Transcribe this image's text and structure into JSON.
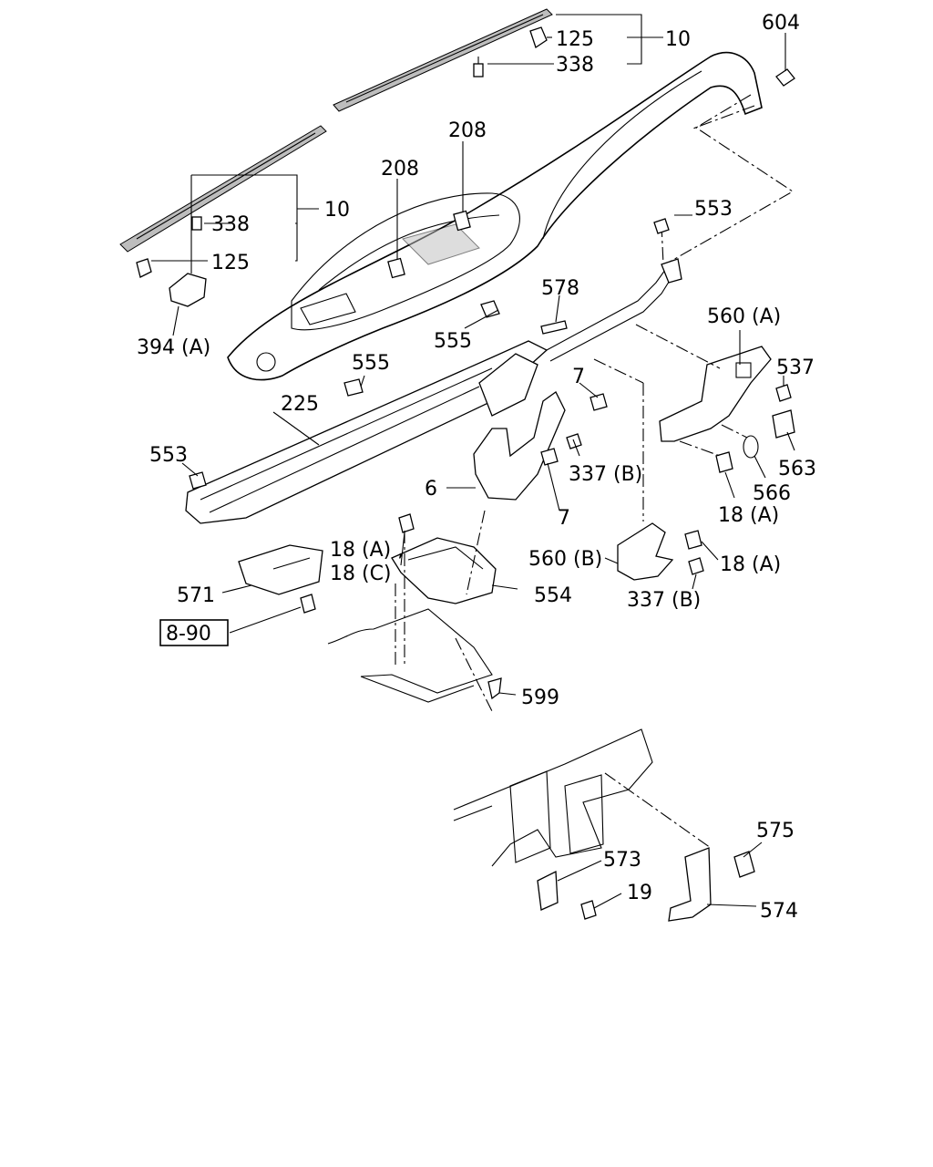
{
  "callouts": {
    "c10_top": "10",
    "c125_top": "125",
    "c338_top": "338",
    "c604": "604",
    "c208_a": "208",
    "c208_b": "208",
    "c10_left": "10",
    "c338_left": "338",
    "c125_left": "125",
    "c553_top": "553",
    "c578": "578",
    "c394a": "394 (A)",
    "c555_a": "555",
    "c560a": "560 (A)",
    "c537": "537",
    "c555_b": "555",
    "c225": "225",
    "c7_a": "7",
    "c553_left": "553",
    "c337b_a": "337 (B)",
    "c563": "563",
    "c6": "6",
    "c566": "566",
    "c7_b": "7",
    "c18a_a": "18 (A)",
    "c18a_comma": "18 (A) ,",
    "c18c": "18 (C)",
    "c560b": "560 (B)",
    "c18a_b": "18 (A)",
    "c571": "571",
    "c554": "554",
    "c337b_b": "337 (B)",
    "c890": "8-90",
    "c599": "599",
    "c575": "575",
    "c573": "573",
    "c19": "19",
    "c574": "574"
  }
}
